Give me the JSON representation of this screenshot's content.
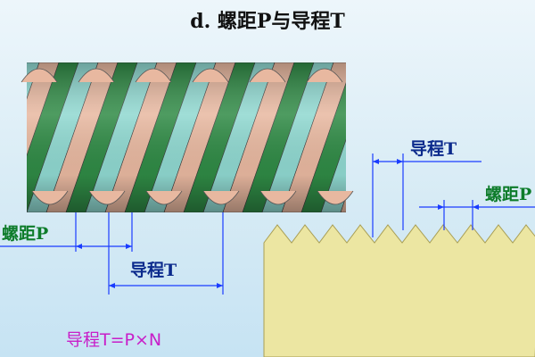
{
  "title": "d. 螺距P与导程T",
  "left_screw": {
    "pitch_label": "螺距P",
    "lead_label": "导程T"
  },
  "right_screw": {
    "lead_label": "导程T",
    "pitch_label": "螺距P"
  },
  "formula": "导程T=P×N",
  "colors": {
    "pitch_label": "#0d7c2a",
    "lead_label": "#0b2a8c",
    "dimension_line": "#1a3cff",
    "formula": "#c81ec8",
    "thread_pink": "#e8b8a0",
    "thread_green": "#2f8a45",
    "thread_cyan": "#8fd8d0",
    "bolt_body": "#e6e09c"
  }
}
